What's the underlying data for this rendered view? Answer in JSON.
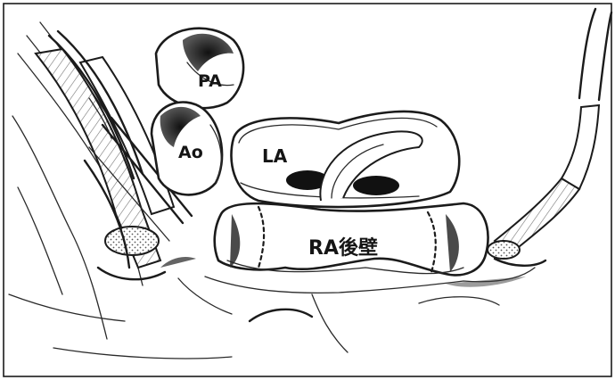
{
  "labels": {
    "pa": "PA",
    "ao": "Ao",
    "la": "LA",
    "ra": "RA後壁"
  },
  "colors": {
    "ink": "#1b1b1b",
    "paper": "#ffffff",
    "shade": "#9a9a9a"
  }
}
